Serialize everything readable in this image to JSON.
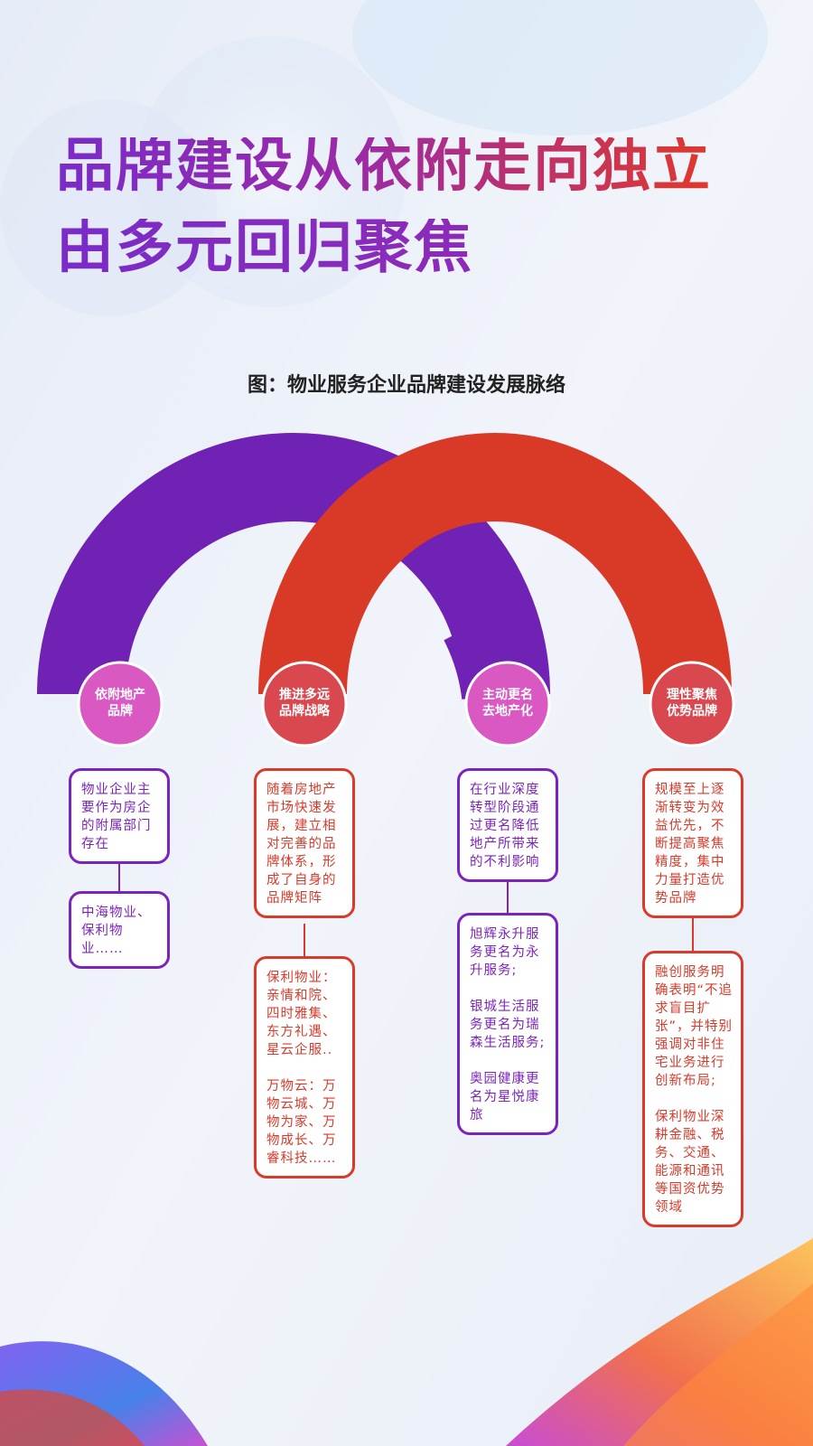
{
  "title": {
    "line1": "品牌建设从依附走向独立",
    "line2": "由多元回归聚焦"
  },
  "caption": "图：物业服务企业品牌建设发展脉络",
  "colors": {
    "purple": "#6f22b4",
    "red": "#d93a28",
    "stage_circle": "#d958c2"
  },
  "stages": [
    {
      "label_l1": "依附地产",
      "label_l2": "品牌",
      "color": "purple",
      "box1": [
        "物业企业主要作为房企的附属部门存在"
      ],
      "box2": [
        "中海物业、保利物业……"
      ]
    },
    {
      "label_l1": "推进多远",
      "label_l2": "品牌战略",
      "color": "red",
      "box1": [
        "随着房地产市场快速发展，建立相对完善的品牌体系，形成了自身的品牌矩阵"
      ],
      "box2": [
        "保利物业：亲情和院、四时雅集、东方礼遇、星云企服..",
        "万物云：万物云城、万物为家、万物成长、万睿科技……"
      ]
    },
    {
      "label_l1": "主动更名",
      "label_l2": "去地产化",
      "color": "purple",
      "box1": [
        "在行业深度转型阶段通过更名降低地产所带来的不利影响"
      ],
      "box2": [
        "旭辉永升服务更名为永升服务;",
        "银城生活服务更名为瑞森生活服务;",
        "奥园健康更名为星悦康旅"
      ]
    },
    {
      "label_l1": "理性聚焦",
      "label_l2": "优势品牌",
      "color": "red",
      "box1": [
        "规模至上逐渐转变为效益优先，不断提高聚焦精度，集中力量打造优势品牌"
      ],
      "box2": [
        "融创服务明确表明“不追求盲目扩张”，并特别强调对非住宅业务进行创新布局;",
        "保利物业深耕金融、税务、交通、能源和通讯等国资优势领域"
      ]
    }
  ]
}
